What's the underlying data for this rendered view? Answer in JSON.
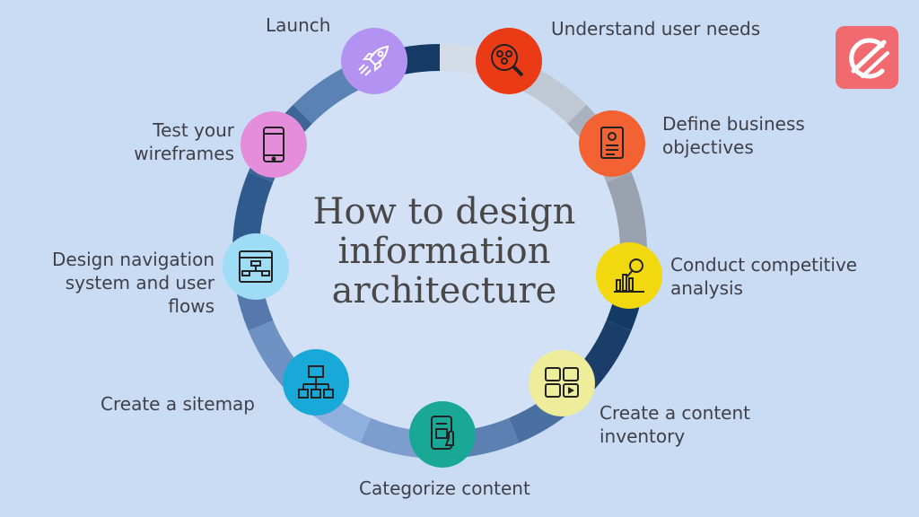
{
  "title": {
    "line1": "How to design",
    "line2": "information",
    "line3": "architecture"
  },
  "steps": [
    {
      "key": "understand",
      "label": [
        "Understand user needs"
      ],
      "color": "#ea3b16",
      "icon": "team-search-icon"
    },
    {
      "key": "define",
      "label": [
        "Define business",
        "objectives"
      ],
      "color": "#f26232",
      "icon": "document-profile-icon"
    },
    {
      "key": "conduct",
      "label": [
        "Conduct competitive",
        "analysis"
      ],
      "color": "#f2d80e",
      "icon": "chart-magnifier-icon"
    },
    {
      "key": "inventory",
      "label": [
        "Create a content",
        "inventory"
      ],
      "color": "#eeed9b",
      "icon": "content-tiles-icon"
    },
    {
      "key": "categorize",
      "label": [
        "Categorize content"
      ],
      "color": "#1aa896",
      "icon": "phone-touch-icon"
    },
    {
      "key": "sitemap",
      "label": [
        "Create a sitemap"
      ],
      "color": "#19a9d9",
      "icon": "sitemap-icon"
    },
    {
      "key": "navigation",
      "label": [
        "Design navigation",
        "system and user",
        "flows"
      ],
      "color": "#9fdcf6",
      "icon": "flowchart-window-icon"
    },
    {
      "key": "test",
      "label": [
        "Test your",
        "wireframes"
      ],
      "color": "#e48edb",
      "icon": "smartphone-icon"
    },
    {
      "key": "launch",
      "label": [
        "Launch"
      ],
      "color": "#b392f2",
      "icon": "rocket-icon"
    }
  ],
  "ring_colors": [
    "#d3dbe6",
    "#bfc8d3",
    "#aab2bd",
    "#9aa2b0",
    "#133a64",
    "#1a3d69",
    "#4a6fa1",
    "#5d80b2",
    "#7d9dce",
    "#8fb0de",
    "#6f92c4",
    "#5678ac",
    "#2e5a8d",
    "#3d6597",
    "#5b82b5",
    "#163a66"
  ],
  "logo": {
    "icon": "e-logo-icon",
    "color": "#f06a6f"
  }
}
